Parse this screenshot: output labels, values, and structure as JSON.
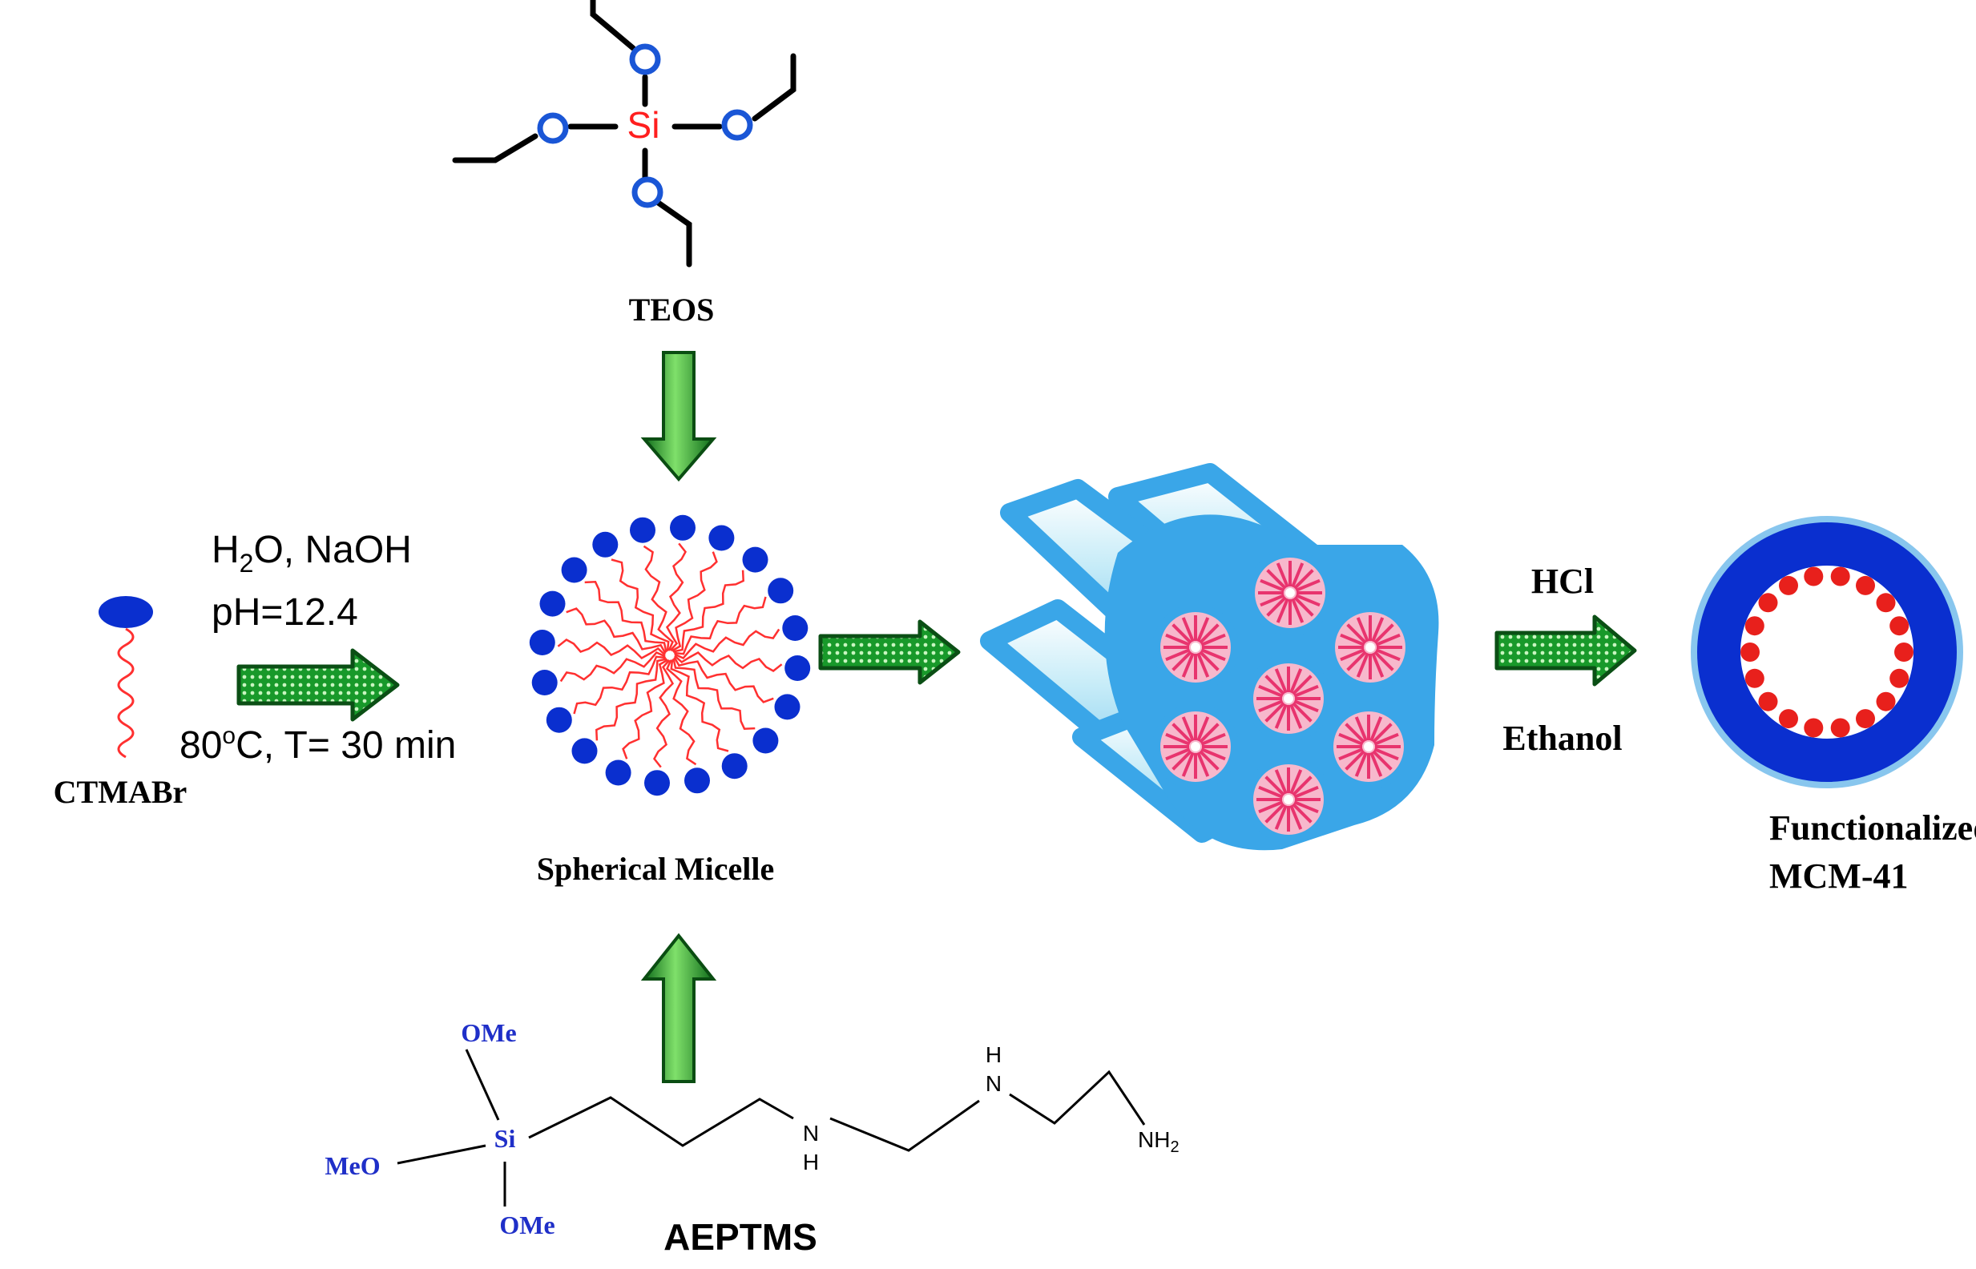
{
  "diagram": {
    "teos": {
      "label": "TEOS",
      "center_atom": "Si",
      "oxygen": "O"
    },
    "ctmabr": {
      "label": "CTMABr"
    },
    "conditions": {
      "line1_prefix": "H",
      "line1_sub": "2",
      "line1_suffix": "O, NaOH",
      "line2": "pH=12.4",
      "line3_prefix": "80",
      "line3_sup": "o",
      "line3_suffix": "C, T= 30 min"
    },
    "micelle": {
      "label": "Spherical Micelle"
    },
    "hcl": {
      "label": "HCl"
    },
    "ethanol": {
      "label": "Ethanol"
    },
    "product": {
      "label_line1": "Functionalized",
      "label_line2": "MCM-41"
    },
    "aeptms": {
      "label": "AEPTMS",
      "ome_top": "OMe",
      "meo_left": "MeO",
      "ome_bottom": "OMe",
      "si": "Si",
      "n1": "N",
      "h1": "H",
      "n2": "N",
      "h2": "H",
      "nh2_prefix": "NH",
      "nh2_sub": "2"
    },
    "colors": {
      "head_blue": "#0a2fcf",
      "tail_red": "#ff3030",
      "arrow_green": "#1faa2b",
      "arrow_dark": "#0c5c16",
      "oxygen_blue": "#1a56d6",
      "si_red": "#ff1f1f",
      "tube_blue": "#3aa6e8",
      "tube_light": "#d6f1fb",
      "pore_pink": "#e8346e",
      "ring_blue": "#0a2fcf",
      "dot_red": "#e8201c",
      "label_blue": "#1f2fc8"
    }
  }
}
